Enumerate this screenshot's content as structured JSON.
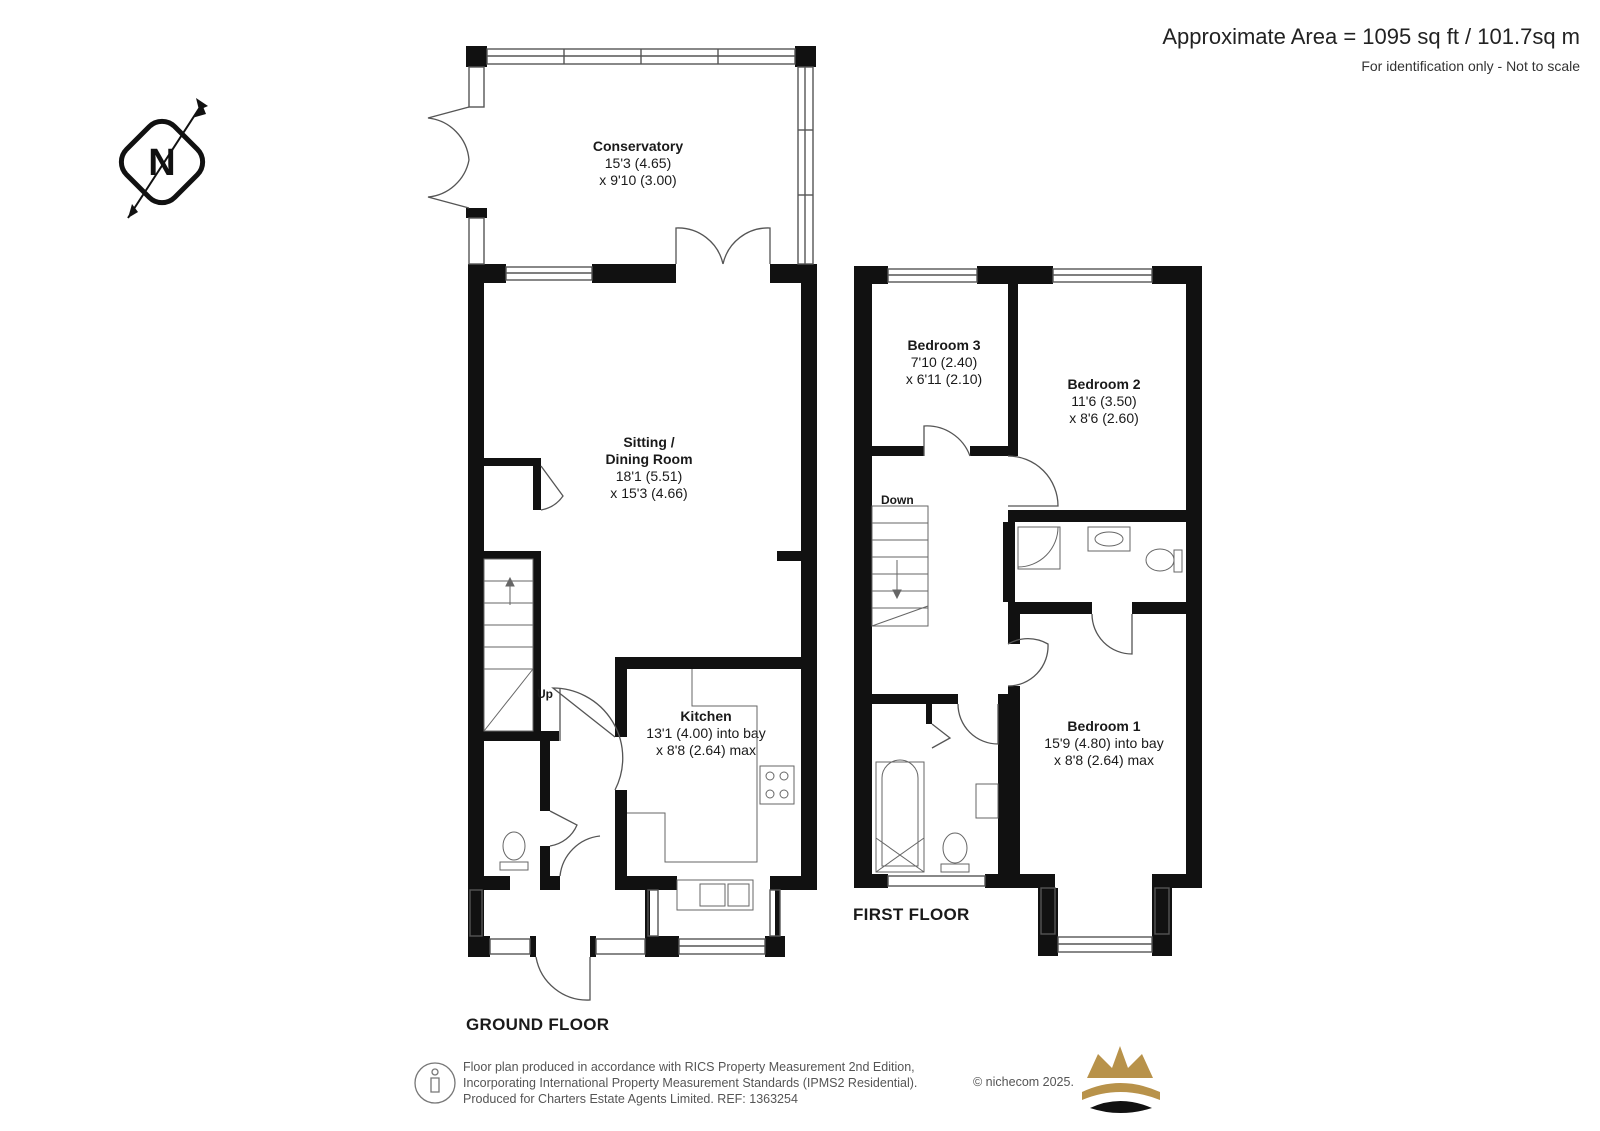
{
  "header": {
    "area_title": "Approximate Area = 1095 sq ft / 101.7sq m",
    "note": "For identification only - Not to scale"
  },
  "compass": {
    "label": "N",
    "icon": "north-arrow-icon"
  },
  "floors": {
    "ground": {
      "label": "GROUND FLOOR"
    },
    "first": {
      "label": "FIRST FLOOR"
    }
  },
  "rooms": {
    "conservatory": {
      "name": "Conservatory",
      "dim1": "15'3 (4.65)",
      "dim2": "x 9'10 (3.00)"
    },
    "sitting": {
      "name1": "Sitting /",
      "name2": "Dining Room",
      "dim1": "18'1 (5.51)",
      "dim2": "x 15'3 (4.66)"
    },
    "kitchen": {
      "name": "Kitchen",
      "dim1": "13'1 (4.00) into bay",
      "dim2": "x 8'8 (2.64) max"
    },
    "bedroom3": {
      "name": "Bedroom 3",
      "dim1": "7'10 (2.40)",
      "dim2": "x 6'11 (2.10)"
    },
    "bedroom2": {
      "name": "Bedroom 2",
      "dim1": "11'6 (3.50)",
      "dim2": "x 8'6 (2.60)"
    },
    "bedroom1": {
      "name": "Bedroom 1",
      "dim1": "15'9 (4.80) into bay",
      "dim2": "x 8'8 (2.64) max"
    }
  },
  "stairs": {
    "up": "Up",
    "down": "Down"
  },
  "footer": {
    "line1": "Floor plan produced in accordance with RICS Property Measurement 2nd Edition,",
    "line2": "Incorporating International Property Measurement Standards (IPMS2 Residential).",
    "line3": "Produced for Charters Estate Agents Limited.   REF: 1363254",
    "copyright": "© nichecom 2025.",
    "logo": "crown-logo"
  },
  "colors": {
    "wall": "#111111",
    "line": "#555555",
    "gold": "#b8924a",
    "ink": "#1a1a1a"
  }
}
